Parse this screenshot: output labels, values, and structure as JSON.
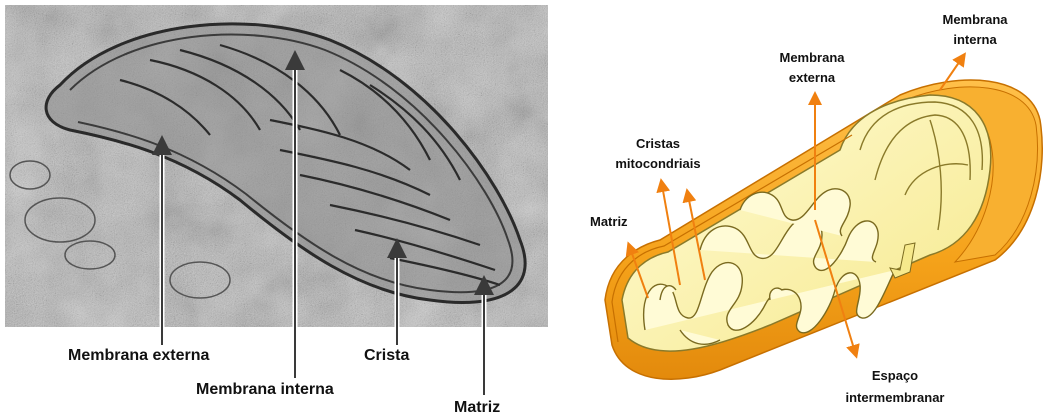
{
  "left_panel": {
    "labels": {
      "membrana_externa": "Membrana externa",
      "membrana_interna": "Membrana interna",
      "crista": "Crista",
      "matriz": "Matriz"
    }
  },
  "right_panel": {
    "labels": {
      "membrana_interna_1": "Membrana",
      "membrana_interna_2": "interna",
      "membrana_externa_1": "Membrana",
      "membrana_externa_2": "externa",
      "cristas_1": "Cristas",
      "cristas_2": "mitocondriais",
      "matriz": "Matriz",
      "espaco_1": "Espaço",
      "espaco_2": "intermembranar"
    }
  },
  "colors": {
    "arrow_left": "#555555",
    "arrow_right": "#f08010",
    "outer_membrane": "#f5a21a",
    "inner_fill": "#fbf3b0"
  }
}
